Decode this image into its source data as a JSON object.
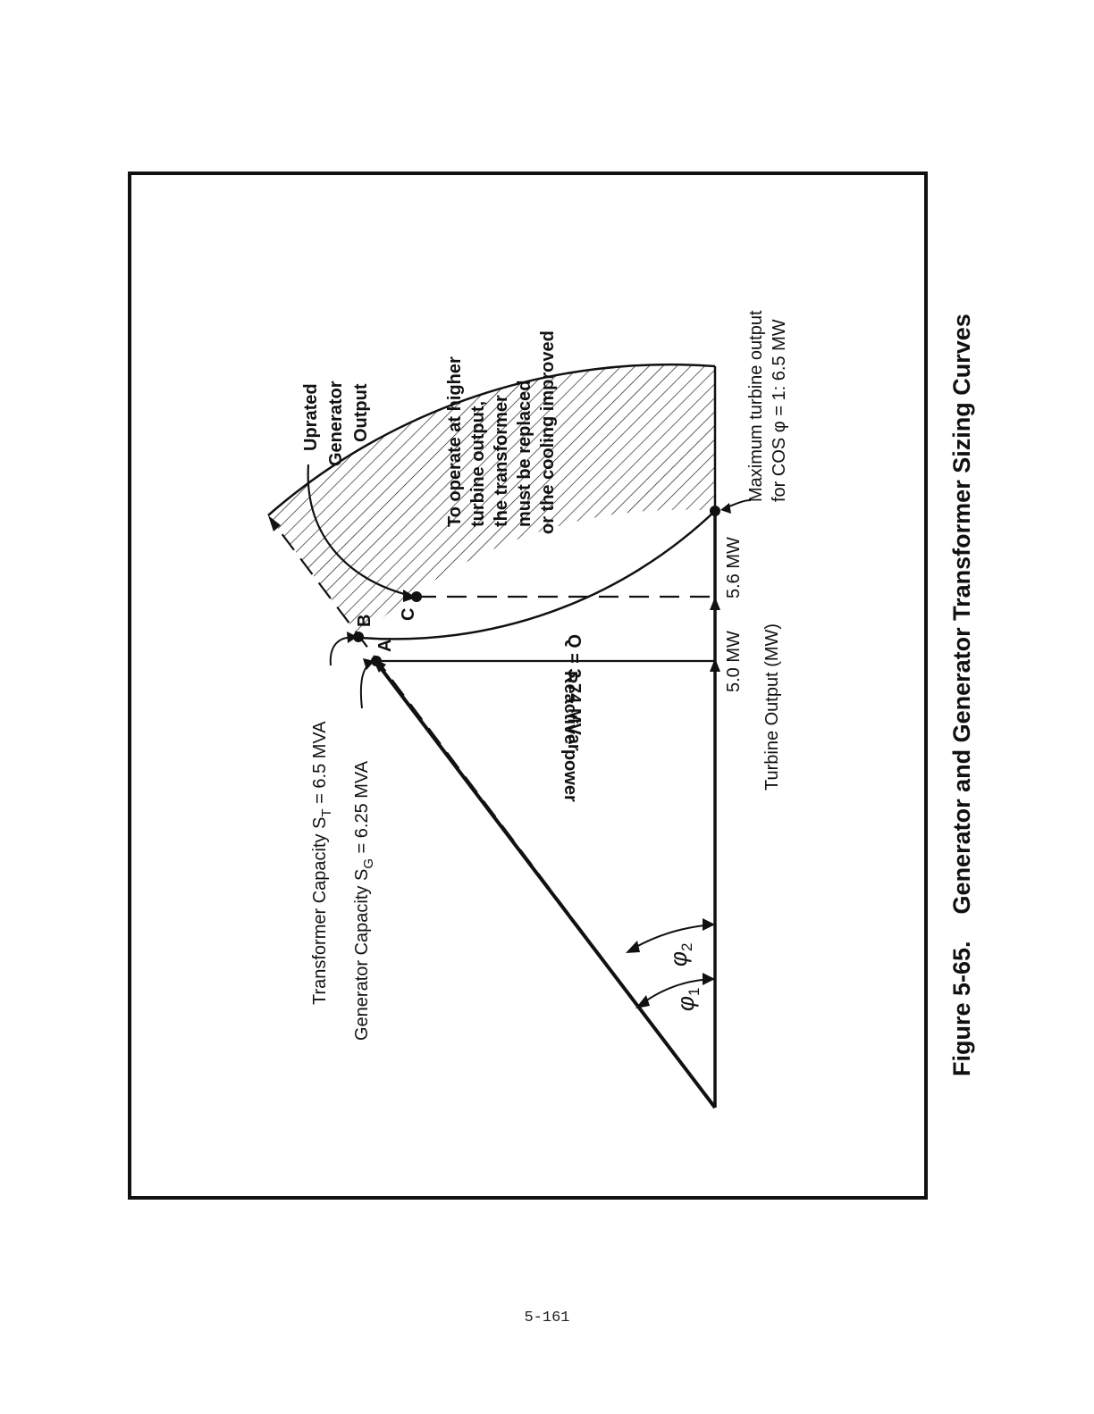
{
  "caption": "Figure 5-65.    Generator and Generator Transformer Sizing Curves",
  "page_number": "5-161",
  "labels": {
    "transformer_capacity": "Transformer Capacity S",
    "transformer_sub": "T",
    "transformer_value": " = 6.5 MVA",
    "generator_capacity": "Generator Capacity S",
    "generator_sub": "G",
    "generator_value": " = 6.25 MVA",
    "uprated_line1": "Uprated",
    "uprated_line2": "Generator",
    "uprated_line3": "Output",
    "note_line1": "To operate at higher",
    "note_line2": "turbine output,",
    "note_line3": "the transformer",
    "note_line4": "must be replaced",
    "note_line5": "or the cooling improved",
    "max_line1": "Maximum turbine output",
    "max_line2": "for COS φ = 1: 6.5 MW",
    "reactive_power": "Reactive power",
    "q_value": "Q = 3.74 MVar",
    "mw_50": "5.0 MW",
    "mw_56": "5.6 MW",
    "turbine_output": "Turbine Output (MW)",
    "phi1": "φ",
    "phi1_sub": "1",
    "phi2": "φ",
    "phi2_sub": "2",
    "point_a": "A",
    "point_b": "B",
    "point_c": "C"
  }
}
